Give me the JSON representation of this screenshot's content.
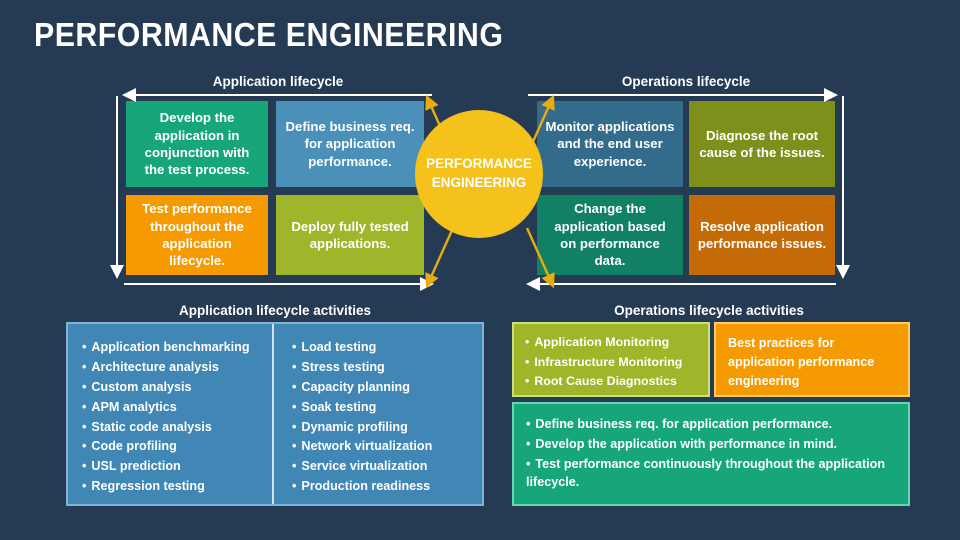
{
  "title": "PERFORMANCE ENGINEERING",
  "colors": {
    "background": "#243b53",
    "accent_yellow": "#f5c21b",
    "green": "#17a67a",
    "light_blue": "#4a90b8",
    "steel_blue": "#336c8b",
    "orange": "#f59a00",
    "olive": "#7f8f1c",
    "dark_orange": "#c46a06",
    "panel_blue": "#4087b5"
  },
  "center": {
    "line1": "PERFORMANCE",
    "line2": "ENGINEERING"
  },
  "application_lifecycle": {
    "heading": "Application lifecycle",
    "boxes": [
      {
        "text": "Develop the application in conjunction with the test process.",
        "color": "#17a67a"
      },
      {
        "text": "Define business req. for application performance.",
        "color": "#4a90b8"
      },
      {
        "text": "Test performance throughout the application lifecycle.",
        "color": "#f59a00"
      },
      {
        "text": "Deploy fully tested applications.",
        "color": "#9fb62a"
      }
    ]
  },
  "operations_lifecycle": {
    "heading": "Operations lifecycle",
    "boxes": [
      {
        "text": "Monitor applications and the end user experience.",
        "color": "#336c8b"
      },
      {
        "text": "Diagnose the root cause of the issues.",
        "color": "#7f8f1c"
      },
      {
        "text": "Change the application based on performance data.",
        "color": "#118065"
      },
      {
        "text": "Resolve application performance issues.",
        "color": "#c46a06"
      }
    ]
  },
  "application_activities": {
    "heading": "Application lifecycle activities",
    "column_left": [
      "Application benchmarking",
      "Architecture analysis",
      "Custom analysis",
      "APM analytics",
      "Static code analysis",
      "Code profiling",
      "USL prediction",
      "Regression testing"
    ],
    "column_right": [
      "Load testing",
      "Stress testing",
      "Capacity planning",
      "Soak testing",
      "Dynamic profiling",
      "Network virtualization",
      "Service virtualization",
      "Production readiness"
    ]
  },
  "operations_activities": {
    "heading": "Operations lifecycle activities",
    "green_items": [
      "Application Monitoring",
      "Infrastructure Monitoring",
      "Root Cause Diagnostics"
    ],
    "orange_text": "Best practices for application performance engineering",
    "teal_items": [
      "Define business req. for application performance.",
      "Develop the application with performance in mind.",
      "Test performance continuously throughout the application lifecycle."
    ]
  }
}
